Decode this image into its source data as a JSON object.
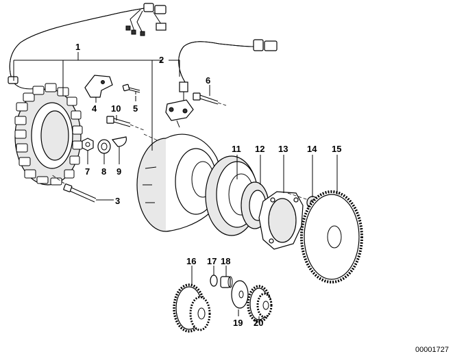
{
  "callouts": [
    "1",
    "2",
    "3",
    "4",
    "5",
    "6",
    "7",
    "8",
    "9",
    "10",
    "11",
    "12",
    "13",
    "14",
    "15",
    "16",
    "17",
    "18",
    "19",
    "20"
  ],
  "reference": "00001727"
}
